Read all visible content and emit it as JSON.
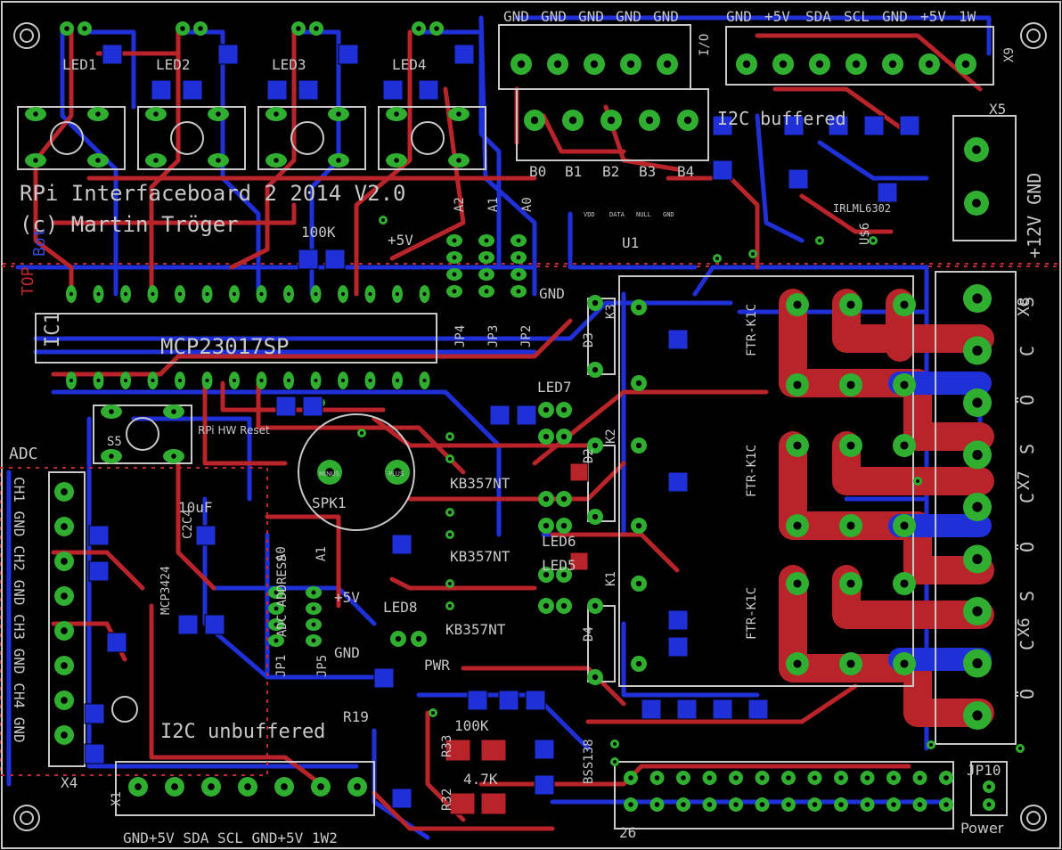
{
  "board": {
    "title_line1": "RPi Interfaceboard 2 2014 V2.0",
    "title_line2": "(c) Martin Tröger",
    "layer_top": "TOP",
    "layer_bot": "Bot",
    "colors": {
      "background": "#000000",
      "top_copper": "#b8242a",
      "bottom_copper": "#2030d8",
      "pads": "#2fae2f",
      "silkscreen": "#c8c8c8"
    }
  },
  "connectors": {
    "io_header_labels": [
      "GND",
      "GND",
      "GND",
      "GND",
      "GND"
    ],
    "io_header_name": "I/O",
    "i2c_buffered_header_labels": [
      "GND",
      "+5V",
      "SDA",
      "SCL",
      "GND",
      "+5V",
      "1W"
    ],
    "x9": "X9",
    "x5": "X5",
    "x5_label": "+12V GND",
    "b_labels": [
      "B0",
      "B1",
      "B2",
      "B3",
      "B4"
    ],
    "i2c_buffered": "I2C buffered",
    "x1_label": "X1",
    "x1_pins": "GND+5V SDA SCL GND+5V 1W2",
    "i2c_unbuffered": "I2C unbuffered",
    "x4": "X4",
    "adc": "ADC",
    "adc_channels": "CH1 GND CH2 GND CH3 GND CH4 GND",
    "x8": "X8",
    "x7": "X7",
    "x6": "X6",
    "relay_terminal_labels": [
      "S",
      "C",
      "Ö"
    ],
    "jp10": "JP10",
    "power": "Power",
    "gpio_pin26": "26"
  },
  "components": {
    "ic1": "IC1",
    "ic1_part": "MCP23017SP",
    "u1": "U1",
    "u1_pins": [
      "VDD",
      "DATA",
      "NULL",
      "GND"
    ],
    "leds_top": [
      "LED1",
      "LED2",
      "LED3",
      "LED4"
    ],
    "led5": "LED5",
    "led6": "LED6",
    "led7": "LED7",
    "led8": "LED8",
    "kb": [
      "KB357NT",
      "KB357NT",
      "KB357NT"
    ],
    "spk": "SPK1",
    "spk_minus": "MINUS",
    "spk_plus": "PLUS",
    "reset_text": "RPi HW Reset",
    "s5": "S5",
    "k_labels": [
      "K1",
      "K2",
      "K3"
    ],
    "relay_parts": [
      "FTR-K1C",
      "FTR-K1C",
      "FTR-K1C"
    ],
    "r100k": "100K",
    "r47k": "4.7K",
    "r_labels": [
      "R32",
      "R33",
      "R19"
    ],
    "c10uf": "10uF",
    "c2c4": "C2C4",
    "adc_address": "ADC ADDRESS",
    "addr_pins": [
      "A0",
      "A1",
      "A2"
    ],
    "jp_labels": [
      "JP1",
      "JP2",
      "JP3",
      "JP4",
      "JP5"
    ],
    "plus5v": "+5V",
    "gnd": "GND",
    "pwr": "PWR",
    "bss138": "BSS138",
    "d_labels": [
      "D2",
      "D3",
      "D4"
    ],
    "irlml": "IRLML6302",
    "u6": "U$6",
    "mcp3424": "MCP3424"
  }
}
